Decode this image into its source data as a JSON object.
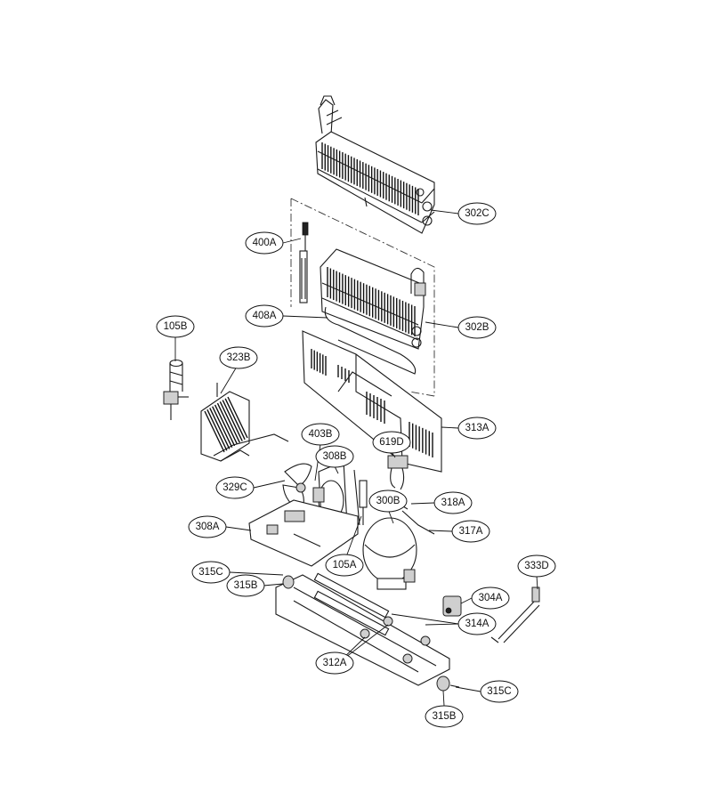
{
  "callouts": [
    {
      "id": "302C",
      "label": "302C"
    },
    {
      "id": "400A",
      "label": "400A"
    },
    {
      "id": "408A",
      "label": "408A"
    },
    {
      "id": "302B",
      "label": "302B"
    },
    {
      "id": "105B",
      "label": "105B"
    },
    {
      "id": "323B",
      "label": "323B"
    },
    {
      "id": "313A",
      "label": "313A"
    },
    {
      "id": "403B",
      "label": "403B"
    },
    {
      "id": "619D",
      "label": "619D"
    },
    {
      "id": "308B",
      "label": "308B"
    },
    {
      "id": "329C",
      "label": "329C"
    },
    {
      "id": "300B",
      "label": "300B"
    },
    {
      "id": "318A",
      "label": "318A"
    },
    {
      "id": "308A",
      "label": "308A"
    },
    {
      "id": "317A",
      "label": "317A"
    },
    {
      "id": "333D",
      "label": "333D"
    },
    {
      "id": "105A",
      "label": "105A"
    },
    {
      "id": "315C-top",
      "label": "315C"
    },
    {
      "id": "315B-top",
      "label": "315B"
    },
    {
      "id": "304A",
      "label": "304A"
    },
    {
      "id": "314A",
      "label": "314A"
    },
    {
      "id": "312A",
      "label": "312A"
    },
    {
      "id": "315C-bottom",
      "label": "315C"
    },
    {
      "id": "315B-bottom",
      "label": "315B"
    }
  ]
}
